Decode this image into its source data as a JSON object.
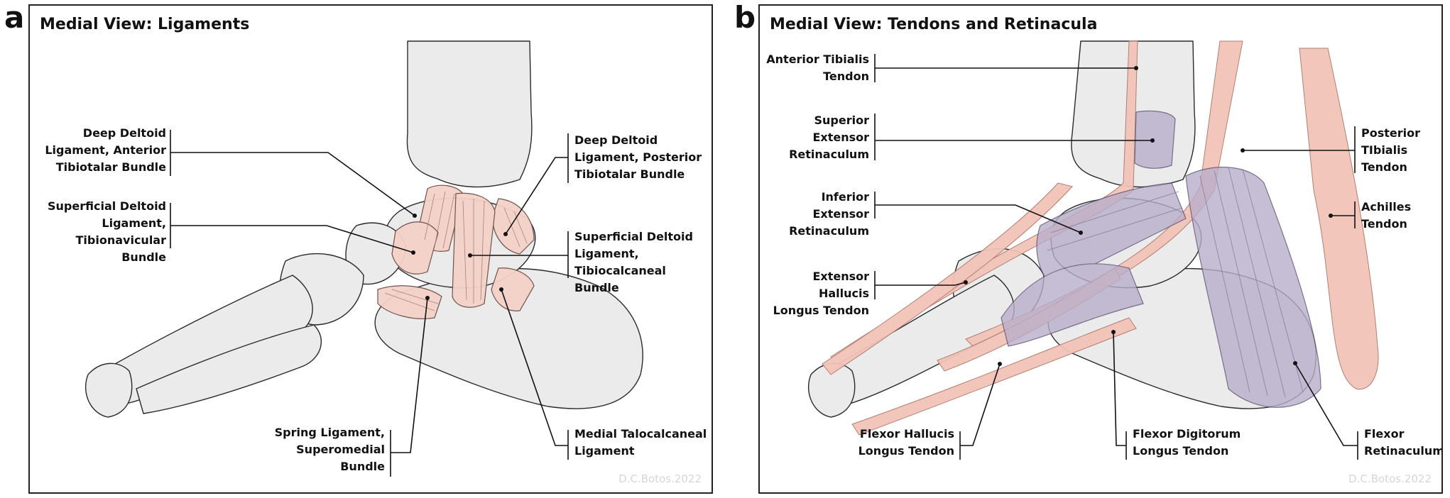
{
  "panels": [
    {
      "letter": "a",
      "title": "Medial View: Ligaments",
      "watermark": "D.C.Botos.2022",
      "labels": [
        {
          "name": "label-deep-deltoid-anterior-tibiotalar",
          "text": "Deep Deltoid\nLigament, Anterior\nTibiotalar Bundle"
        },
        {
          "name": "label-superficial-deltoid-tibionavicular",
          "text": "Superficial Deltoid\nLigament,\nTibionavicular Bundle"
        },
        {
          "name": "label-deep-deltoid-posterior-tibiotalar",
          "text": "Deep Deltoid\nLigament, Posterior\nTibiotalar Bundle"
        },
        {
          "name": "label-superficial-deltoid-tibiocalcaneal",
          "text": "Superficial Deltoid\nLigament,\nTibiocalcaneal Bundle"
        },
        {
          "name": "label-spring-ligament",
          "text": "Spring Ligament,\nSuperomedial\nBundle"
        },
        {
          "name": "label-medial-talocalcaneal",
          "text": "Medial Talocalcaneal\nLigament"
        }
      ]
    },
    {
      "letter": "b",
      "title": "Medial View: Tendons and Retinacula",
      "watermark": "D.C.Botos.2022",
      "labels": [
        {
          "name": "label-anterior-tibialis-tendon",
          "text": "Anterior Tibialis\nTendon"
        },
        {
          "name": "label-superior-extensor-retinaculum",
          "text": "Superior\nExtensor\nRetinaculum"
        },
        {
          "name": "label-inferior-extensor-retinaculum",
          "text": "Inferior Extensor\nRetinaculum"
        },
        {
          "name": "label-extensor-hallucis-longus",
          "text": "Extensor Hallucis\nLongus Tendon"
        },
        {
          "name": "label-posterior-tibialis-tendon",
          "text": "Posterior\nTIbialis\nTendon"
        },
        {
          "name": "label-achilles-tendon",
          "text": "Achilles\nTendon"
        },
        {
          "name": "label-flexor-hallucis-longus",
          "text": "Flexor Hallucis\nLongus Tendon"
        },
        {
          "name": "label-flexor-digitorum-longus",
          "text": "Flexor Digitorum\nLongus Tendon"
        },
        {
          "name": "label-flexor-retinaculum",
          "text": "Flexor\nRetinaculum"
        }
      ]
    }
  ],
  "colors": {
    "bone_fill": "#ebebeb",
    "bone_stroke": "#2a2a2a",
    "ligament_fill": "#f4d2c8",
    "tendon_fill": "#f2c4b8",
    "retinaculum_fill": "#b9aecb",
    "leader_line": "#111111"
  }
}
